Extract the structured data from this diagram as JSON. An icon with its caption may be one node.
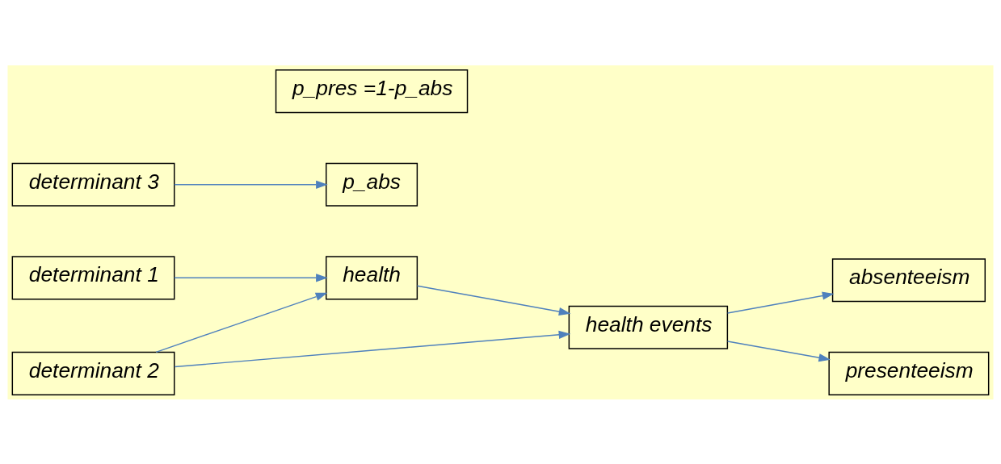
{
  "diagram": {
    "nodes": [
      {
        "text": [
          "determinant 2"
        ]
      },
      {
        "text": [
          "determinant 3"
        ]
      },
      {
        "text": [
          "health"
        ]
      },
      {
        "text": [
          "health events"
        ]
      },
      {
        "text": [
          "p_abs"
        ]
      },
      {
        "text": [
          "absenteeism"
        ]
      },
      {
        "text": [
          "presenteeism"
        ]
      },
      {
        "text": [
          "determinant 1"
        ]
      },
      {
        "text": [
          "p_pres =1-p_abs"
        ]
      }
    ],
    "edges": [
      {
        "from": 0,
        "to": 2,
        "arrow": "to"
      },
      {
        "from": 0,
        "to": 3,
        "arrow": "to"
      },
      {
        "from": 2,
        "to": 3,
        "arrow": "to"
      },
      {
        "from": 7,
        "to": 2,
        "arrow": "to"
      },
      {
        "from": 1,
        "to": 4,
        "arrow": "to"
      },
      {
        "from": 3,
        "to": 5,
        "arrow": "to"
      },
      {
        "from": 3,
        "to": 6,
        "arrow": "to"
      }
    ]
  }
}
